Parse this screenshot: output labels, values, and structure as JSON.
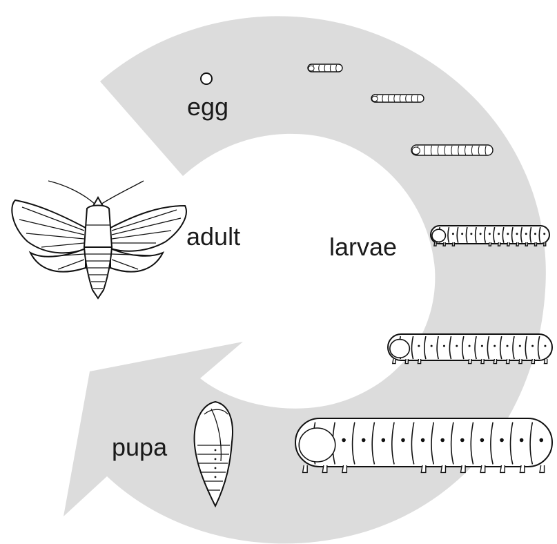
{
  "diagram": {
    "stages": {
      "egg": "egg",
      "larvae": "larvae",
      "pupa": "pupa",
      "adult": "adult"
    },
    "larvae_instars_shown": 6,
    "colors": {
      "cycle_arrow": "#dcdcdc",
      "outline": "#111111",
      "fill": "#ffffff",
      "background": "#ffffff"
    }
  }
}
